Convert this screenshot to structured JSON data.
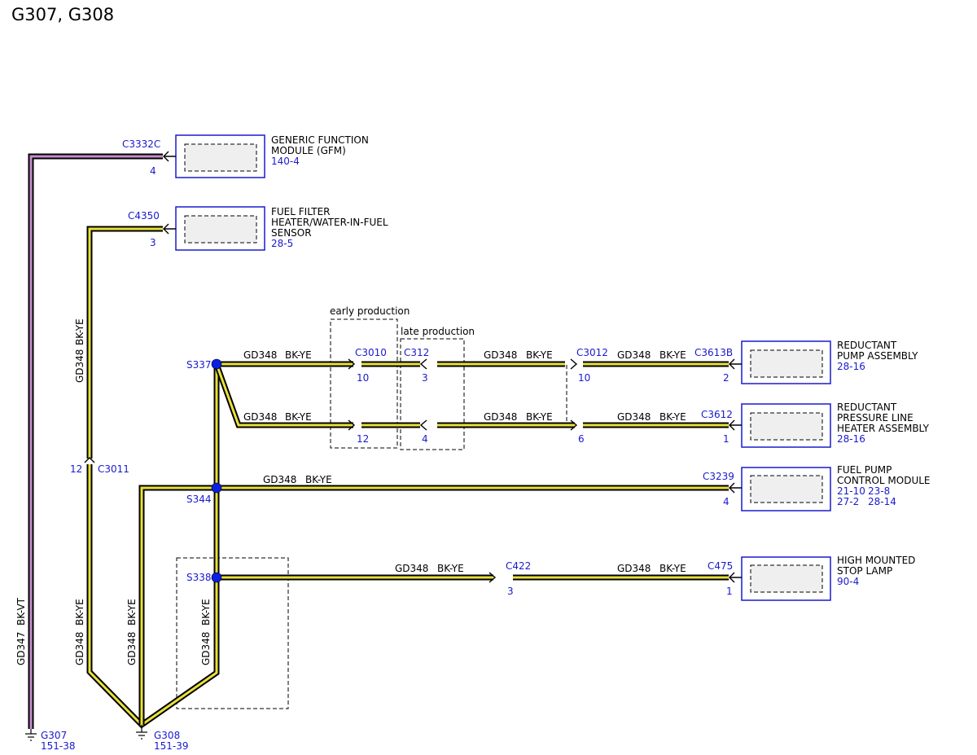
{
  "page": {
    "title": "G307, G308"
  },
  "wires": {
    "gd348": "GD348",
    "bkye": "BK-YE",
    "gd347": "GD347",
    "bkvt": "BK-VT"
  },
  "colors": {
    "wire_yellow": "#e8e03a",
    "wire_violet": "#c58ccc",
    "connector_blue": "#1a1acd",
    "splice_blue": "#0a1ee6"
  },
  "regions": {
    "early": "early production",
    "late": "late production"
  },
  "splices": {
    "s337": "S337",
    "s344": "S344",
    "s338": "S338"
  },
  "connectors": {
    "c3332c": {
      "name": "C3332C",
      "pin": "4"
    },
    "c4350": {
      "name": "C4350",
      "pin": "3"
    },
    "c3011": {
      "name": "C3011",
      "pin": "12"
    },
    "c3010": {
      "name": "C3010",
      "pin_top": "10",
      "pin_bottom": "12"
    },
    "c312": {
      "name": "C312",
      "pin_top": "3",
      "pin_bottom": "4"
    },
    "c3012": {
      "name": "C3012",
      "pin_top": "10",
      "pin_bottom": "6"
    },
    "c3613b": {
      "name": "C3613B",
      "pin": "2"
    },
    "c3612": {
      "name": "C3612",
      "pin": "1"
    },
    "c3239": {
      "name": "C3239",
      "pin": "4"
    },
    "c422": {
      "name": "C422",
      "pin": "3"
    },
    "c475": {
      "name": "C475",
      "pin": "1"
    }
  },
  "components": {
    "gfm": {
      "line1": "GENERIC FUNCTION",
      "line2": "MODULE (GFM)",
      "ref": "140-4"
    },
    "fuel_filter": {
      "line1": "FUEL FILTER",
      "line2": "HEATER/WATER-IN-FUEL",
      "line3": "SENSOR",
      "ref": "28-5"
    },
    "reductant_pump": {
      "line1": "REDUCTANT",
      "line2": "PUMP ASSEMBLY",
      "ref": "28-16"
    },
    "reductant_heater": {
      "line1": "REDUCTANT",
      "line2": "PRESSURE LINE",
      "line3": "HEATER ASSEMBLY",
      "ref": "28-16"
    },
    "fuel_pump": {
      "line1": "FUEL PUMP",
      "line2": "CONTROL MODULE",
      "ref1": "21-10",
      "ref2": "23-8",
      "ref3": "27-2",
      "ref4": "28-14"
    },
    "stop_lamp": {
      "line1": "HIGH MOUNTED",
      "line2": "STOP LAMP",
      "ref": "90-4"
    }
  },
  "grounds": {
    "g307": {
      "name": "G307",
      "ref": "151-38"
    },
    "g308": {
      "name": "G308",
      "ref": "151-39"
    }
  }
}
